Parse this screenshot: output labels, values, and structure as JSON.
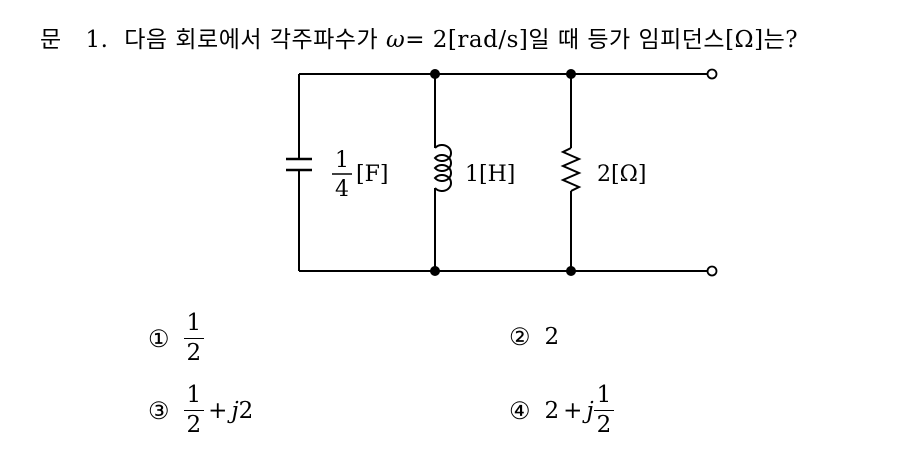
{
  "question": {
    "label": "문",
    "number": "1.",
    "text_before": "다음 회로에서 각주파수가",
    "omega": "ω",
    "omega_value": "= 2[rad/s]",
    "text_after": "일 때 등가 임피던스[Ω]는?"
  },
  "circuit": {
    "capacitor_num": "1",
    "capacitor_den": "4",
    "capacitor_unit": "[F]",
    "inductor_label": "1[H]",
    "resistor_label": "2[Ω]"
  },
  "choices": [
    {
      "marker": "①",
      "num": "1",
      "den": "2"
    },
    {
      "marker": "②",
      "value": "2"
    },
    {
      "marker": "③",
      "num": "1",
      "den": "2",
      "op": "+",
      "j": "j",
      "tail": "2"
    },
    {
      "marker": "④",
      "lead": "2",
      "op": "+",
      "j": "j",
      "num": "1",
      "den": "2"
    }
  ]
}
